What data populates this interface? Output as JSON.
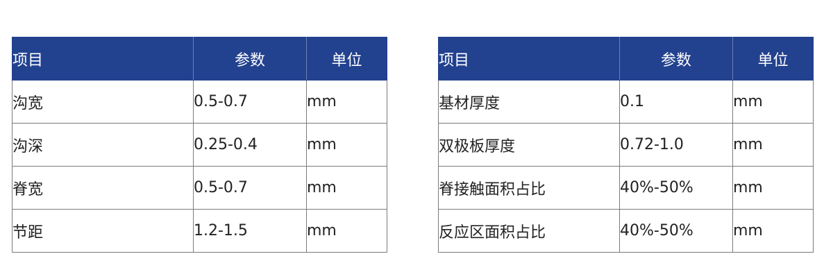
{
  "tables": [
    {
      "headers": [
        "项目",
        "参数",
        "单位"
      ],
      "rows": [
        [
          "沟宽",
          "0.5-0.7",
          "mm"
        ],
        [
          "沟深",
          "0.25-0.4",
          "mm"
        ],
        [
          "脊宽",
          "0.5-0.7",
          "mm"
        ],
        [
          "节距",
          "1.2-1.5",
          "mm"
        ]
      ]
    },
    {
      "headers": [
        "项目",
        "参数",
        "单位"
      ],
      "rows": [
        [
          "基材厚度",
          "0.1",
          "mm"
        ],
        [
          "双极板厚度",
          "0.72-1.0",
          "mm"
        ],
        [
          "脊接触面积占比",
          "40%-50%",
          "mm"
        ],
        [
          "反应区面积占比",
          "40%-50%",
          "mm"
        ]
      ]
    }
  ],
  "colors": {
    "header_bg": "#22418f",
    "header_text": "#ffffff",
    "border": "#7a7a7a",
    "cell_text": "#222222"
  }
}
